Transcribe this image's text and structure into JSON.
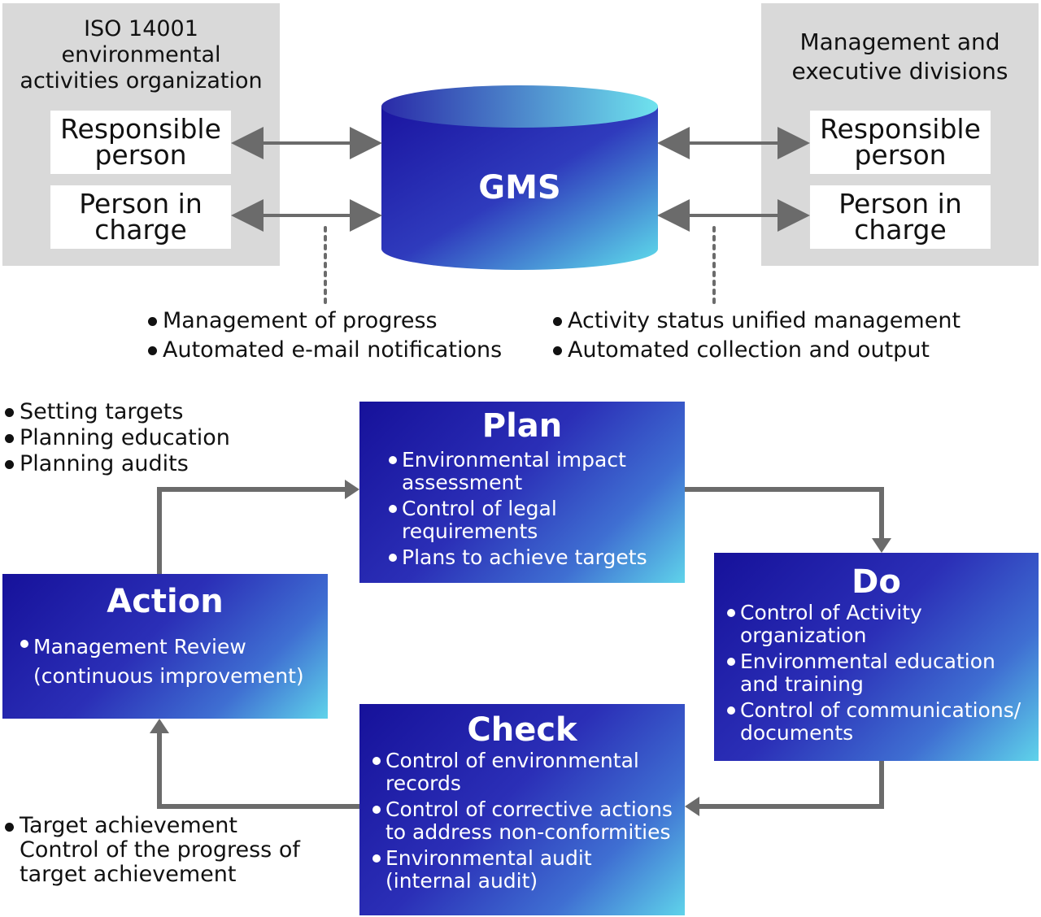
{
  "left_panel": {
    "title": "ISO 14001\nenvironmental\nactivities organization",
    "responsible": "Responsible\nperson",
    "in_charge": "Person in\ncharge"
  },
  "right_panel": {
    "title": "Management and\nexecutive divisions",
    "responsible": "Responsible\nperson",
    "in_charge": "Person in\ncharge"
  },
  "gms": {
    "label": "GMS"
  },
  "left_features": [
    "Management of progress",
    "Automated e-mail notifications"
  ],
  "right_features": [
    "Activity status unified management",
    "Automated collection and output"
  ],
  "colors": {
    "panel_grey": "#d9d9d9",
    "arrow_grey": "#6b6b6b",
    "gradient_dark": "#16119a",
    "gradient_light": "#5fd3ea"
  },
  "plan": {
    "title": "Plan",
    "items": [
      "Environmental impact\nassessment",
      "Control of legal\nrequirements",
      "Plans to achieve targets"
    ]
  },
  "do": {
    "title": "Do",
    "items": [
      "Control of Activity\norganization",
      "Environmental education\nand training",
      "Control of communications/\ndocuments"
    ]
  },
  "check": {
    "title": "Check",
    "items": [
      "Control of environmental\nrecords",
      "Control of corrective actions\nto address non-conformities",
      "Environmental audit\n(internal audit)"
    ]
  },
  "action": {
    "title": "Action",
    "items": [
      "Management Review\n(continuous improvement)"
    ]
  },
  "plan_notes": [
    "Setting targets",
    "Planning education",
    "Planning audits"
  ],
  "target_note": "Target achievement\nControl of the progress of\ntarget achievement"
}
